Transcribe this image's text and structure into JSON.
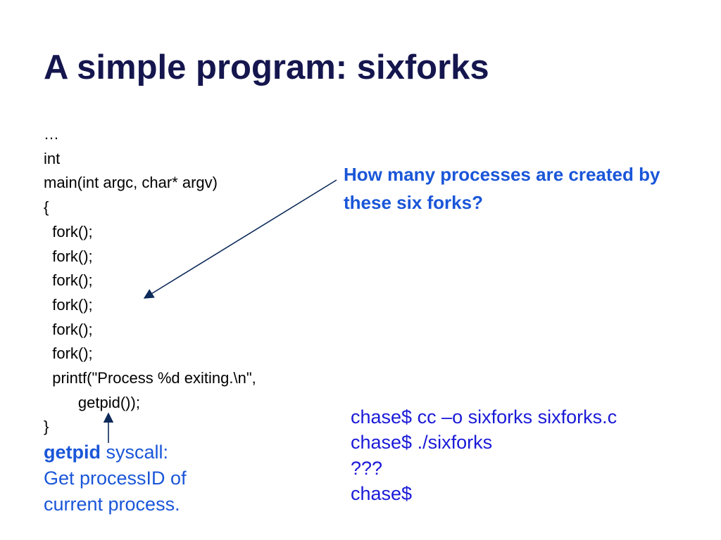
{
  "slide": {
    "title": "A simple program: sixforks",
    "code_lines": [
      "…",
      "int",
      "main(int argc, char* argv)",
      "{",
      "  fork();",
      "  fork();",
      "  fork();",
      "  fork();",
      "  fork();",
      "  fork();",
      "  printf(\"Process %d exiting.\\n\",",
      "        getpid());",
      "}"
    ],
    "question": "How many processes are created by these six forks?",
    "note": {
      "keyword": "getpid",
      "rest": " syscall:",
      "line2": "Get processID of",
      "line3": "current process."
    },
    "terminal_lines": [
      "chase$ cc –o sixforks sixforks.c",
      "chase$ ./sixforks",
      "???",
      "chase$"
    ],
    "colors": {
      "title": "#15164e",
      "accent": "#1a56d8",
      "terminal": "#1a1ad8",
      "arrow": "#0d2a5a"
    }
  }
}
